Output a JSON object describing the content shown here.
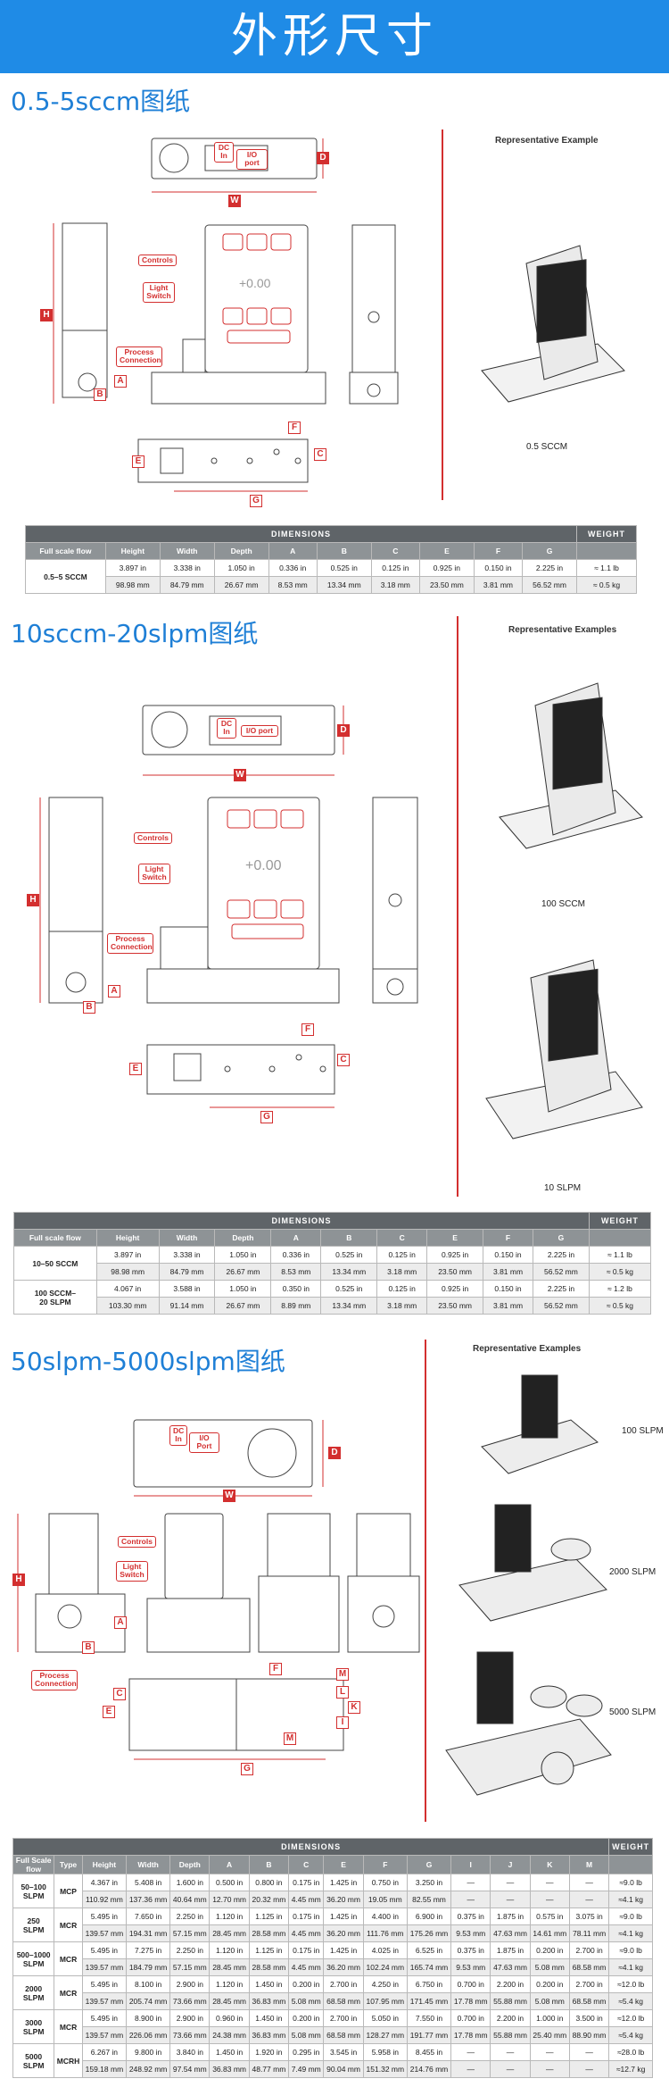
{
  "page_title": "外形尺寸",
  "sections": [
    {
      "title": "0.5-5sccm图纸",
      "rep_title": "Representative Example",
      "captions": [
        "0.5 SCCM"
      ],
      "callouts": {
        "dc": "DC\nIn",
        "io": "I/O port",
        "controls": "Controls",
        "light": "Light\nSwitch",
        "process": "Process\nConnection"
      }
    },
    {
      "title": "10sccm-20slpm图纸",
      "rep_title": "Representative Examples",
      "captions": [
        "100 SCCM",
        "10 SLPM"
      ],
      "callouts": {
        "dc": "DC\nIn",
        "io": "I/O port",
        "controls": "Controls",
        "light": "Light\nSwitch",
        "process": "Process\nConnection"
      }
    },
    {
      "title": "50slpm-5000slpm图纸",
      "rep_title": "Representative Examples",
      "captions": [
        "100 SLPM",
        "2000 SLPM",
        "5000 SLPM"
      ],
      "callouts": {
        "dc": "DC\nIn",
        "io": "I/O Port",
        "controls": "Controls",
        "light": "Light\nSwitch",
        "process": "Process\nConnection"
      }
    }
  ],
  "dim_letters": [
    "A",
    "B",
    "C",
    "D",
    "E",
    "F",
    "G",
    "H",
    "I",
    "J",
    "K",
    "L",
    "M",
    "W"
  ],
  "table1": {
    "title": "DIMENSIONS",
    "weight": "WEIGHT",
    "headers": [
      "Full scale flow",
      "Height",
      "Width",
      "Depth",
      "A",
      "B",
      "C",
      "E",
      "F",
      "G"
    ],
    "rows": [
      {
        "flow": "0.5–5 SCCM",
        "in": [
          "3.897 in",
          "3.338 in",
          "1.050 in",
          "0.336 in",
          "0.525 in",
          "0.125 in",
          "0.925 in",
          "0.150 in",
          "2.225 in",
          "≈ 1.1 lb"
        ],
        "mm": [
          "98.98 mm",
          "84.79 mm",
          "26.67 mm",
          "8.53 mm",
          "13.34 mm",
          "3.18 mm",
          "23.50 mm",
          "3.81 mm",
          "56.52 mm",
          "≈ 0.5 kg"
        ]
      }
    ]
  },
  "table2": {
    "title": "DIMENSIONS",
    "weight": "WEIGHT",
    "headers": [
      "Full scale flow",
      "Height",
      "Width",
      "Depth",
      "A",
      "B",
      "C",
      "E",
      "F",
      "G"
    ],
    "rows": [
      {
        "flow": "10–50 SCCM",
        "in": [
          "3.897 in",
          "3.338 in",
          "1.050 in",
          "0.336 in",
          "0.525 in",
          "0.125 in",
          "0.925 in",
          "0.150 in",
          "2.225 in",
          "≈ 1.1 lb"
        ],
        "mm": [
          "98.98 mm",
          "84.79 mm",
          "26.67 mm",
          "8.53 mm",
          "13.34 mm",
          "3.18 mm",
          "23.50 mm",
          "3.81 mm",
          "56.52 mm",
          "≈ 0.5 kg"
        ]
      },
      {
        "flow": "100 SCCM–\n20 SLPM",
        "in": [
          "4.067 in",
          "3.588 in",
          "1.050 in",
          "0.350 in",
          "0.525 in",
          "0.125 in",
          "0.925 in",
          "0.150 in",
          "2.225 in",
          "≈ 1.2 lb"
        ],
        "mm": [
          "103.30 mm",
          "91.14 mm",
          "26.67 mm",
          "8.89 mm",
          "13.34 mm",
          "3.18 mm",
          "23.50 mm",
          "3.81 mm",
          "56.52 mm",
          "≈ 0.5 kg"
        ]
      }
    ]
  },
  "table3": {
    "title": "DIMENSIONS",
    "weight": "WEIGHT",
    "headers": [
      "Full Scale\nflow",
      "Type",
      "Height",
      "Width",
      "Depth",
      "A",
      "B",
      "C",
      "E",
      "F",
      "G",
      "I",
      "J",
      "K",
      "M"
    ],
    "rows": [
      {
        "flow": "50–100\nSLPM",
        "type": "MCP",
        "in": [
          "4.367 in",
          "5.408 in",
          "1.600 in",
          "0.500 in",
          "0.800 in",
          "0.175 in",
          "1.425 in",
          "0.750 in",
          "3.250 in",
          "—",
          "—",
          "—",
          "—",
          "≈9.0 lb"
        ],
        "mm": [
          "110.92 mm",
          "137.36 mm",
          "40.64 mm",
          "12.70 mm",
          "20.32 mm",
          "4.45 mm",
          "36.20 mm",
          "19.05 mm",
          "82.55 mm",
          "—",
          "—",
          "—",
          "—",
          "≈4.1 kg"
        ]
      },
      {
        "flow": "250\nSLPM",
        "type": "MCR",
        "in": [
          "5.495 in",
          "7.650 in",
          "2.250 in",
          "1.120 in",
          "1.125 in",
          "0.175 in",
          "1.425 in",
          "4.400 in",
          "6.900 in",
          "0.375 in",
          "1.875 in",
          "0.575 in",
          "3.075 in",
          "≈9.0 lb"
        ],
        "mm": [
          "139.57 mm",
          "194.31 mm",
          "57.15 mm",
          "28.45 mm",
          "28.58 mm",
          "4.45 mm",
          "36.20 mm",
          "111.76 mm",
          "175.26 mm",
          "9.53 mm",
          "47.63 mm",
          "14.61 mm",
          "78.11 mm",
          "≈4.1 kg"
        ]
      },
      {
        "flow": "500–1000\nSLPM",
        "type": "MCR",
        "in": [
          "5.495 in",
          "7.275 in",
          "2.250 in",
          "1.120 in",
          "1.125 in",
          "0.175 in",
          "1.425 in",
          "4.025 in",
          "6.525 in",
          "0.375 in",
          "1.875 in",
          "0.200 in",
          "2.700 in",
          "≈9.0 lb"
        ],
        "mm": [
          "139.57 mm",
          "184.79 mm",
          "57.15 mm",
          "28.45 mm",
          "28.58 mm",
          "4.45 mm",
          "36.20 mm",
          "102.24 mm",
          "165.74 mm",
          "9.53 mm",
          "47.63 mm",
          "5.08 mm",
          "68.58 mm",
          "≈4.1 kg"
        ]
      },
      {
        "flow": "2000\nSLPM",
        "type": "MCR",
        "in": [
          "5.495 in",
          "8.100 in",
          "2.900 in",
          "1.120 in",
          "1.450 in",
          "0.200 in",
          "2.700 in",
          "4.250 in",
          "6.750 in",
          "0.700 in",
          "2.200 in",
          "0.200 in",
          "2.700 in",
          "≈12.0 lb"
        ],
        "mm": [
          "139.57 mm",
          "205.74 mm",
          "73.66 mm",
          "28.45 mm",
          "36.83 mm",
          "5.08 mm",
          "68.58 mm",
          "107.95 mm",
          "171.45 mm",
          "17.78 mm",
          "55.88 mm",
          "5.08 mm",
          "68.58 mm",
          "≈5.4 kg"
        ]
      },
      {
        "flow": "3000\nSLPM",
        "type": "MCR",
        "in": [
          "5.495 in",
          "8.900 in",
          "2.900 in",
          "0.960 in",
          "1.450 in",
          "0.200 in",
          "2.700 in",
          "5.050 in",
          "7.550 in",
          "0.700 in",
          "2.200 in",
          "1.000 in",
          "3.500 in",
          "≈12.0 lb"
        ],
        "mm": [
          "139.57 mm",
          "226.06 mm",
          "73.66 mm",
          "24.38 mm",
          "36.83 mm",
          "5.08 mm",
          "68.58 mm",
          "128.27 mm",
          "191.77 mm",
          "17.78 mm",
          "55.88 mm",
          "25.40 mm",
          "88.90 mm",
          "≈5.4 kg"
        ]
      },
      {
        "flow": "5000\nSLPM",
        "type": "MCRH",
        "in": [
          "6.267 in",
          "9.800 in",
          "3.840 in",
          "1.450 in",
          "1.920 in",
          "0.295 in",
          "3.545 in",
          "5.958 in",
          "8.455 in",
          "—",
          "—",
          "—",
          "—",
          "≈28.0 lb"
        ],
        "mm": [
          "159.18 mm",
          "248.92 mm",
          "97.54 mm",
          "36.83 mm",
          "48.77 mm",
          "7.49 mm",
          "90.04 mm",
          "151.32 mm",
          "214.76 mm",
          "—",
          "—",
          "—",
          "—",
          "≈12.7 kg"
        ]
      }
    ]
  }
}
